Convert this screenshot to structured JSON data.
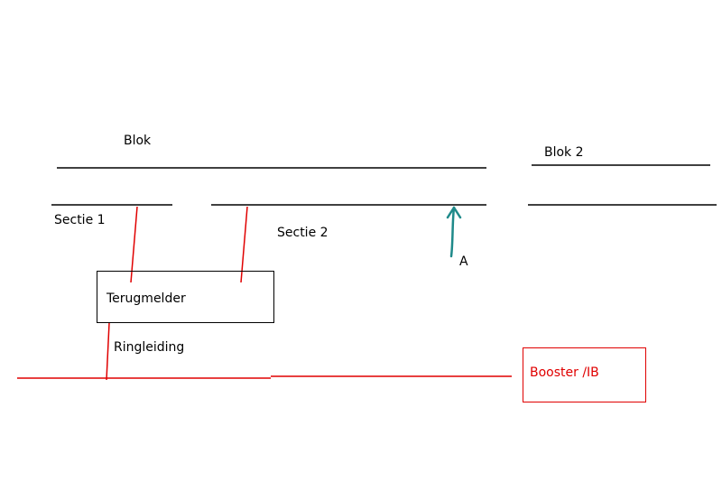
{
  "labels": {
    "blok": "Blok",
    "blok2": "Blok 2",
    "sectie1": "Sectie 1",
    "sectie2": "Sectie 2",
    "marker_a": "A",
    "terugmelder": "Terugmelder",
    "ringleiding": "Ringleiding",
    "booster": "Booster /IB"
  },
  "colors": {
    "line": "#000000",
    "wire": "#e00000",
    "arrow": "#1f8a8a",
    "background": "#ffffff"
  }
}
